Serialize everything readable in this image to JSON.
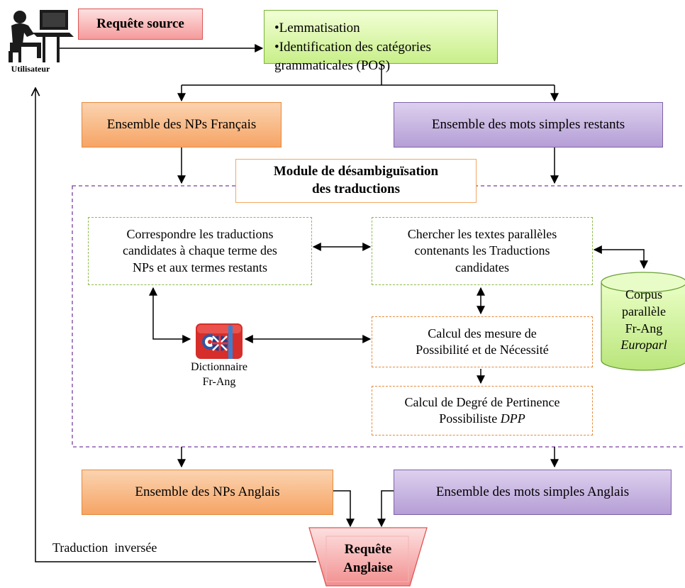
{
  "user": {
    "label": "Utilisateur",
    "icon": "user-at-computer-icon"
  },
  "requete_source": "Requête source",
  "preprocessing": {
    "line1": "•Lemmatisation",
    "line2": "•Identification des catégories grammaticales (POS)"
  },
  "np_fr": "Ensemble des NPs Français",
  "mots_fr": "Ensemble des mots simples restants",
  "module_title": {
    "line1": "Module de désambiguïsation",
    "line2": "des traductions"
  },
  "correspond": {
    "line1": "Correspondre les traductions",
    "line2": "candidates à chaque terme des",
    "line3": "NPs et aux termes restants"
  },
  "chercher": {
    "line1": "Chercher les textes parallèles",
    "line2": "contenants les Traductions",
    "line3": "candidates"
  },
  "corpus": {
    "line1": "Corpus",
    "line2": "parallèle",
    "line3": "Fr-Ang",
    "line4": "Europarl"
  },
  "dictionnaire": {
    "line1": "Dictionnaire",
    "line2": "Fr-Ang",
    "icon": "french-english-dictionary-icon"
  },
  "calcul_mesure": {
    "line1": "Calcul des mesure de",
    "line2": "Possibilité et de Nécessité"
  },
  "calcul_dpp": {
    "line1": "Calcul de Degré de Pertinence",
    "line2": "Possibiliste",
    "line2_em": "DPP"
  },
  "np_en": "Ensemble des NPs Anglais",
  "mots_en": "Ensemble des mots simples Anglais",
  "requete_anglaise": {
    "line1": "Requête",
    "line2": "Anglaise"
  },
  "traduction_inversee": "Traduction  inversée"
}
